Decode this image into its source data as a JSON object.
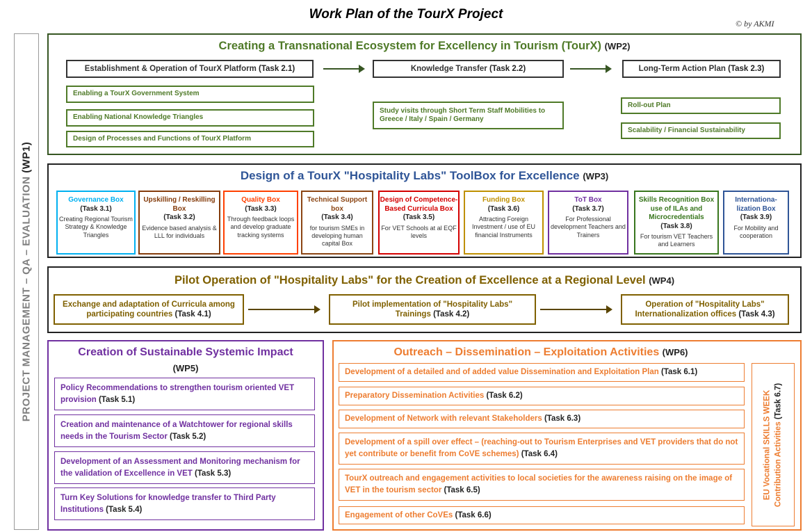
{
  "title": "Work Plan of the TourX Project",
  "copyright": "© by AKMI",
  "wp1": {
    "label": "PROJECT MANAGEMENT – QA – EVALUATION",
    "tag": "(WP1)"
  },
  "wp2": {
    "title": "Creating a Transnational Ecosystem for Excellency in Tourism (TourX)",
    "tag": "(WP2)",
    "tasks": [
      {
        "text": "Establishment & Operation of TourX Platform",
        "task": "(Task 2.1)"
      },
      {
        "text": "Knowledge Transfer",
        "task": "(Task 2.2)"
      },
      {
        "text": "Long-Term Action Plan",
        "task": "(Task 2.3)"
      }
    ],
    "sub": [
      "Enabling a TourX Government System",
      "Enabling National Knowledge Triangles",
      "Design of Processes and Functions of TourX Platform",
      "Study visits through Short Term Staff Mobilities to Greece / Italy / Spain / Germany",
      "Roll-out Plan",
      "Scalability / Financial Sustainability"
    ]
  },
  "wp3": {
    "title": "Design of a TourX \"Hospitality Labs\" ToolBox for Excellence",
    "tag": "(WP3)",
    "boxes": [
      {
        "name": "Governance Box",
        "task": "(Task 3.1)",
        "desc": "Creating Regional Tourism Strategy & Knowledge Triangles",
        "color": "#00b0f0"
      },
      {
        "name": "Upskilling / Reskilling Box",
        "task": "(Task 3.2)",
        "desc": "Evidence based analysis & LLL for individuals",
        "color": "#843c0c"
      },
      {
        "name": "Quality Box",
        "task": "(Task 3.3)",
        "desc": "Through feedback loops and develop graduate tracking systems",
        "color": "#ff4000"
      },
      {
        "name": "Technical Support box",
        "task": "(Task 3.4)",
        "desc": "for tourism SMEs in developing human capital Box",
        "color": "#8b4513"
      },
      {
        "name": "Design of Competence-Based Curricula Box",
        "task": "(Task 3.5)",
        "desc": "For VET Schools at al EQF levels",
        "color": "#d40000"
      },
      {
        "name": "Funding Box",
        "task": "(Task 3.6)",
        "desc": "Attracting Foreign Investment / use of EU financial Instruments",
        "color": "#bf9000"
      },
      {
        "name": "ToT Box",
        "task": "(Task 3.7)",
        "desc": "For Professional development Teachers and Trainers",
        "color": "#7030a0"
      },
      {
        "name": "Skills Recognition Box use of ILAs and Microcredentials",
        "task": "(Task 3.8)",
        "desc": "For tourism VET Teachers and Learners",
        "color": "#38761d"
      },
      {
        "name": "Internationa-lization Box",
        "task": "(Task 3.9)",
        "desc": "For Mobility and cooperation",
        "color": "#2f5597"
      }
    ]
  },
  "wp4": {
    "title": "Pilot Operation of \"Hospitality Labs\" for the Creation of Excellence at a Regional Level",
    "tag": "(WP4)",
    "tasks": [
      {
        "text": "Exchange and adaptation of Curricula among participating countries",
        "task": "(Task 4.1)"
      },
      {
        "text": "Pilot implementation of \"Hospitality Labs\" Trainings",
        "task": "(Task 4.2)"
      },
      {
        "text": "Operation of \"Hospitality Labs\" Internationalization offices",
        "task": "(Task 4.3)"
      }
    ]
  },
  "wp5": {
    "title": "Creation of Sustainable Systemic Impact",
    "tag": "(WP5)",
    "tasks": [
      {
        "text": "Policy Recommendations to strengthen tourism oriented VET provision",
        "task": "(Task 5.1)"
      },
      {
        "text": "Creation and maintenance of a Watchtower for regional skills needs in the Tourism Sector",
        "task": "(Task 5.2)"
      },
      {
        "text": "Development of an Assessment and Monitoring mechanism for the validation of Excellence in VET",
        "task": "(Task 5.3)"
      },
      {
        "text": "Turn Key Solutions for knowledge transfer to Third Party Institutions",
        "task": "(Task 5.4)"
      }
    ]
  },
  "wp6": {
    "title": "Outreach – Dissemination – Exploitation Activities",
    "tag": "(WP6)",
    "tasks": [
      {
        "text": "Development of a detailed and of added value Dissemination and Exploitation Plan",
        "task": "(Task 6.1)"
      },
      {
        "text": "Preparatory Dissemination Activities",
        "task": "(Task 6.2)"
      },
      {
        "text": "Development of Network with relevant Stakeholders",
        "task": "(Task 6.3)"
      },
      {
        "text": "Development of a spill over effect – (reaching-out to Tourism Enterprises and VET providers that do not yet contribute or benefit from CoVE schemes)",
        "task": "(Task 6.4)"
      },
      {
        "text": "TourX outreach and engagement activities to local societies for the awareness raising on the image of VET in the tourism sector",
        "task": "(Task 6.5)"
      },
      {
        "text": "Engagement of other CoVEs",
        "task": "(Task 6.6)"
      }
    ],
    "side": {
      "text": "EU Vocational SKILLS WEEK Contribution Activities",
      "task": "(Task 6.7)"
    }
  },
  "colors": {
    "wp2": "#4f7a28",
    "wp3": "#2f5597",
    "wp4": "#7f6000",
    "wp5": "#7030a0",
    "wp6": "#ed7d31"
  }
}
